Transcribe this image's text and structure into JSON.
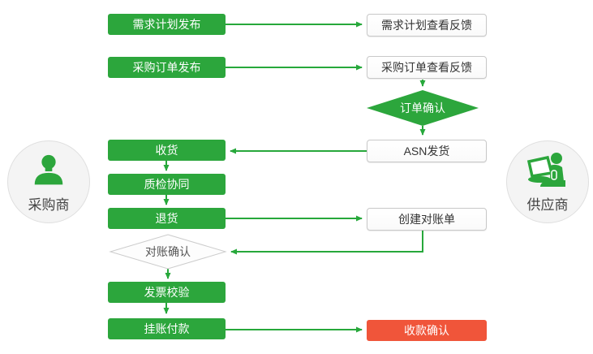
{
  "diagram": {
    "title_hint": "buyer-supplier collaboration flowchart",
    "actors": {
      "buyer": {
        "label": "采购商",
        "icon": "person-icon"
      },
      "supplier": {
        "label": "供应商",
        "icon": "person-laptop-icon"
      }
    },
    "nodes": {
      "demand_plan_publish": "需求计划发布",
      "demand_plan_feedback": "需求计划查看反馈",
      "purchase_order_publish": "采购订单发布",
      "purchase_order_feedback": "采购订单查看反馈",
      "order_confirm": "订单确认",
      "asn_ship": "ASN发货",
      "receive_goods": "收货",
      "quality_inspect": "质检协同",
      "return_goods": "退货",
      "create_statement": "创建对账单",
      "reconcile_confirm": "对账确认",
      "invoice_check": "发票校验",
      "book_payment": "挂账付款",
      "receipt_confirm": "收款确认"
    },
    "colors": {
      "process_green": "#2CA63C",
      "highlight_red": "#F0553A",
      "connector_green": "#27A83B",
      "doc_border": "#C8C8C8",
      "actor_bg": "#F4F4F4",
      "actor_border": "#DFDFDF",
      "text_dark": "#333333"
    }
  }
}
